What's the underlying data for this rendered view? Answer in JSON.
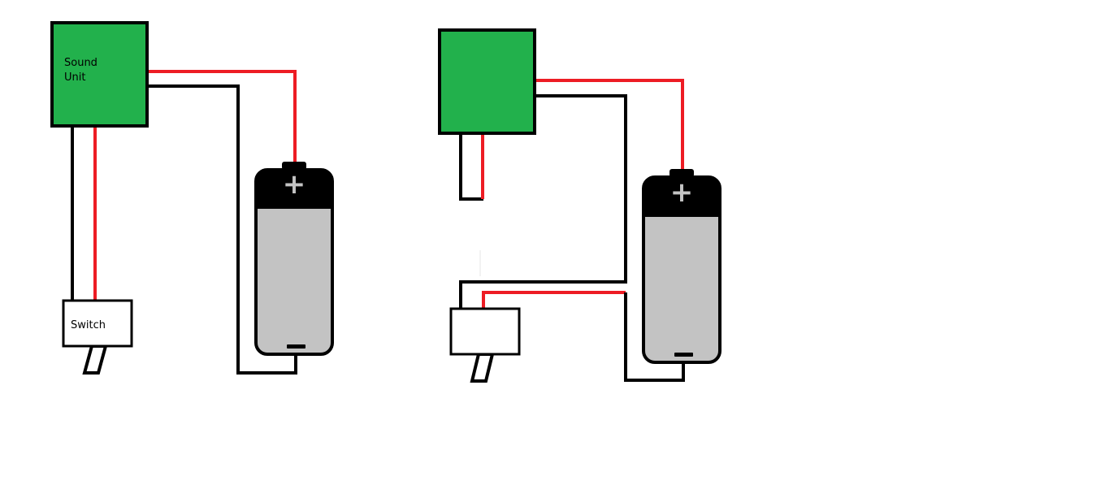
{
  "colors": {
    "background": "#ffffff",
    "sound_unit": "#22b14c",
    "wire_positive": "#ed1c24",
    "wire_negative": "#000000",
    "battery_body": "#c3c3c3",
    "battery_cap": "#000000",
    "switch_body": "#ffffff"
  },
  "left_circuit": {
    "sound_unit_line1": "Sound",
    "sound_unit_line2": "Unit",
    "switch_label": "Switch",
    "battery_plus": "+",
    "battery_minus": "−"
  },
  "right_circuit": {
    "sound_unit_label": "",
    "switch_label": "",
    "battery_plus": "+",
    "battery_minus": "−"
  }
}
